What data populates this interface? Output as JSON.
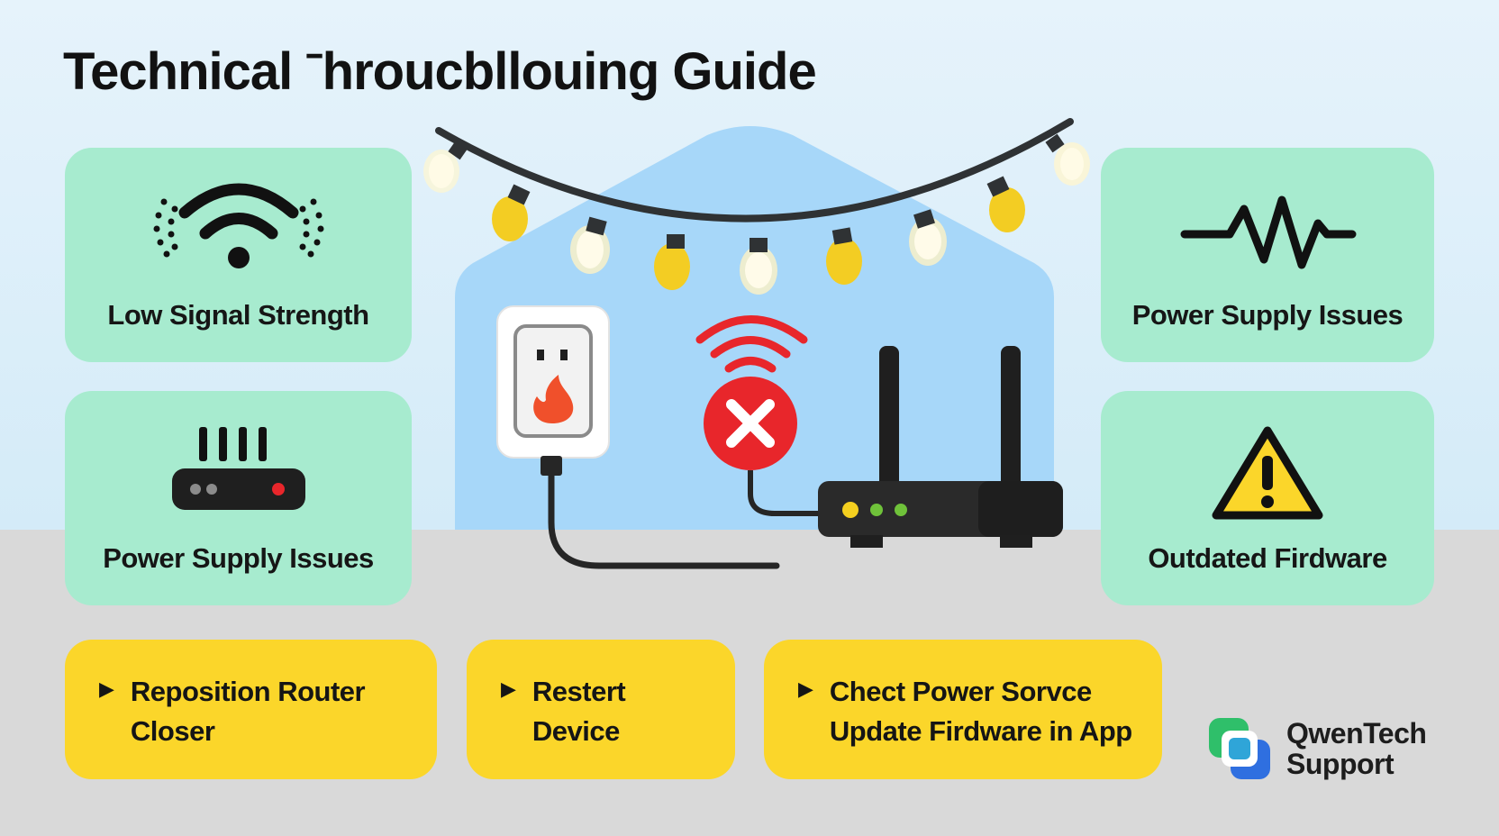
{
  "title": "Technical ˉhroucbllouing Guide",
  "issues": [
    {
      "label": "Low Signal Strength",
      "icon": "wifi-icon"
    },
    {
      "label": "Power Supply Issues",
      "icon": "router-icon"
    },
    {
      "label": "Power Supply Issues",
      "icon": "waveform-icon"
    },
    {
      "label": "Outdated Firdware",
      "icon": "warning-icon"
    }
  ],
  "actions": [
    {
      "lines": [
        "Reposition Router",
        "Closer"
      ]
    },
    {
      "lines": [
        "Restert",
        "Device"
      ]
    },
    {
      "lines": [
        "Chect Power Sorvce",
        "Update Firdware in App"
      ]
    }
  ],
  "brand": {
    "line1": "QwenTech",
    "line2": "Support"
  },
  "colors": {
    "card_green": "#a7ebcf",
    "action_yellow": "#fbd62a",
    "error_red": "#e8262b",
    "led_yellow": "#f4cf1f",
    "led_green": "#6fc23a"
  }
}
